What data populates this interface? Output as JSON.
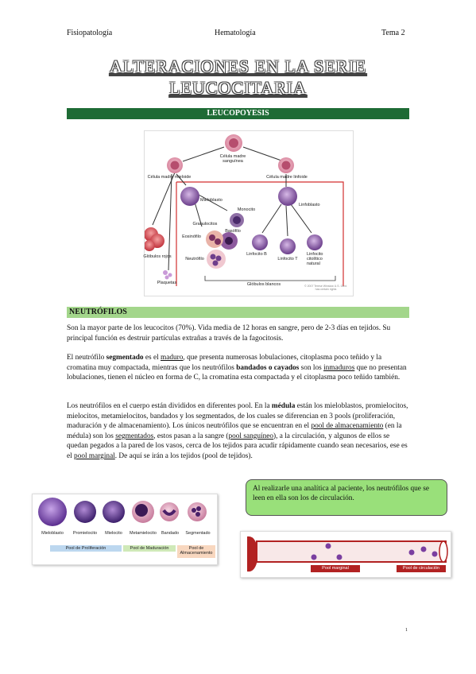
{
  "header": {
    "left": "Fisiopatología",
    "center": "Hematología",
    "right": "Tema 2"
  },
  "title": {
    "line1": "ALTERACIONES EN LA SERIE",
    "line2": "LEUCOCITARIA"
  },
  "section1": "LEUCOPOYESIS",
  "diagram": {
    "stem": "Célula madre sanguínea",
    "myeloid": "Célula madre mieloide",
    "lymphoid": "Célula madre linfoide",
    "myeloblast": "Mieloblasto",
    "monocyte": "Monocito",
    "lymphoblast": "Linfoblasto",
    "granulocytes": "Granulocitos",
    "basophil": "Basófilo",
    "eosinophil": "Eosinófilo",
    "neutrophil": "Neutrófilo",
    "rbc": "Glóbulos rojos",
    "lymphB": "Linfocito B",
    "lymphT": "Linfocito T",
    "nk": "Linfocito citolítico natural",
    "platelets": "Plaquetas",
    "wbc": "Glóbulos blancos",
    "copyright": "© 2007 Terese Winslow U.S. Govt. has certain rights"
  },
  "section2": "NEUTRÓFILOS",
  "para1": "Son la mayor parte de los leucocitos (70%). Vida media de 12 horas en sangre, pero de 2-3 días en tejidos. Su principal función es destruir partículas extrañas a través de la fagocitosis.",
  "para2": {
    "t1": "El neutrófilo ",
    "b1": "segmentado",
    "t2": " es el ",
    "u1": "maduro",
    "t3": ", que presenta numerosas lobulaciones, citoplasma poco teñido y la cromatina muy compactada, mientras que los neutrófilos ",
    "b2": "bandados o cayados",
    "t4": " son los ",
    "u2": "inmaduros",
    "t5": " que no presentan lobulaciones, tienen el núcleo en forma de C, la cromatina esta compactada y el citoplasma poco teñido también."
  },
  "para3": {
    "t1": "Los neutrófilos en el cuerpo están divididos en diferentes pool. En la ",
    "b1": "médula",
    "t2": " están los mieloblastos, promielocitos, mielocitos, metamielocitos, bandados y los segmentados, de los cuales se diferencian en 3 pools (proliferación, maduración y de almacenamiento). Los únicos neutrófilos que se encuentran en el ",
    "u1": "pool de almacenamiento",
    "t3": " (en la médula) son los ",
    "u2": "segmentados",
    "t4": ", estos pasan a la sangre (",
    "u3": "pool sanguíneo",
    "t5": "), a la circulación, y algunos de ellos se quedan pegados a la pared de los vasos, cerca de los tejidos para acudir rápidamente cuando sean necesarios, ese es el ",
    "u4": "pool marginal",
    "t6": ". De aquí se irán a los tejidos (pool de tejidos)."
  },
  "maturation": {
    "cells": [
      "Mieloblasto",
      "Promielocito",
      "Mielocito",
      "Metamielocito",
      "Bandado",
      "Segmentado"
    ],
    "pools": [
      "Pool de Proliferación",
      "Pool de Maduración",
      "Pool de Almacenamiento"
    ]
  },
  "callout": "Al realizarle una analítica al paciente, los neutrófilos que se leen en ella son los de circulación.",
  "vessel": {
    "marginal": "Pool marginal",
    "circulating": "Pool de circulación"
  },
  "page_number": "1",
  "colors": {
    "band_dark": "#1e6b35",
    "band_light": "#a3d68b",
    "callout": "#99e07a",
    "red_line": "#d32f2f"
  }
}
